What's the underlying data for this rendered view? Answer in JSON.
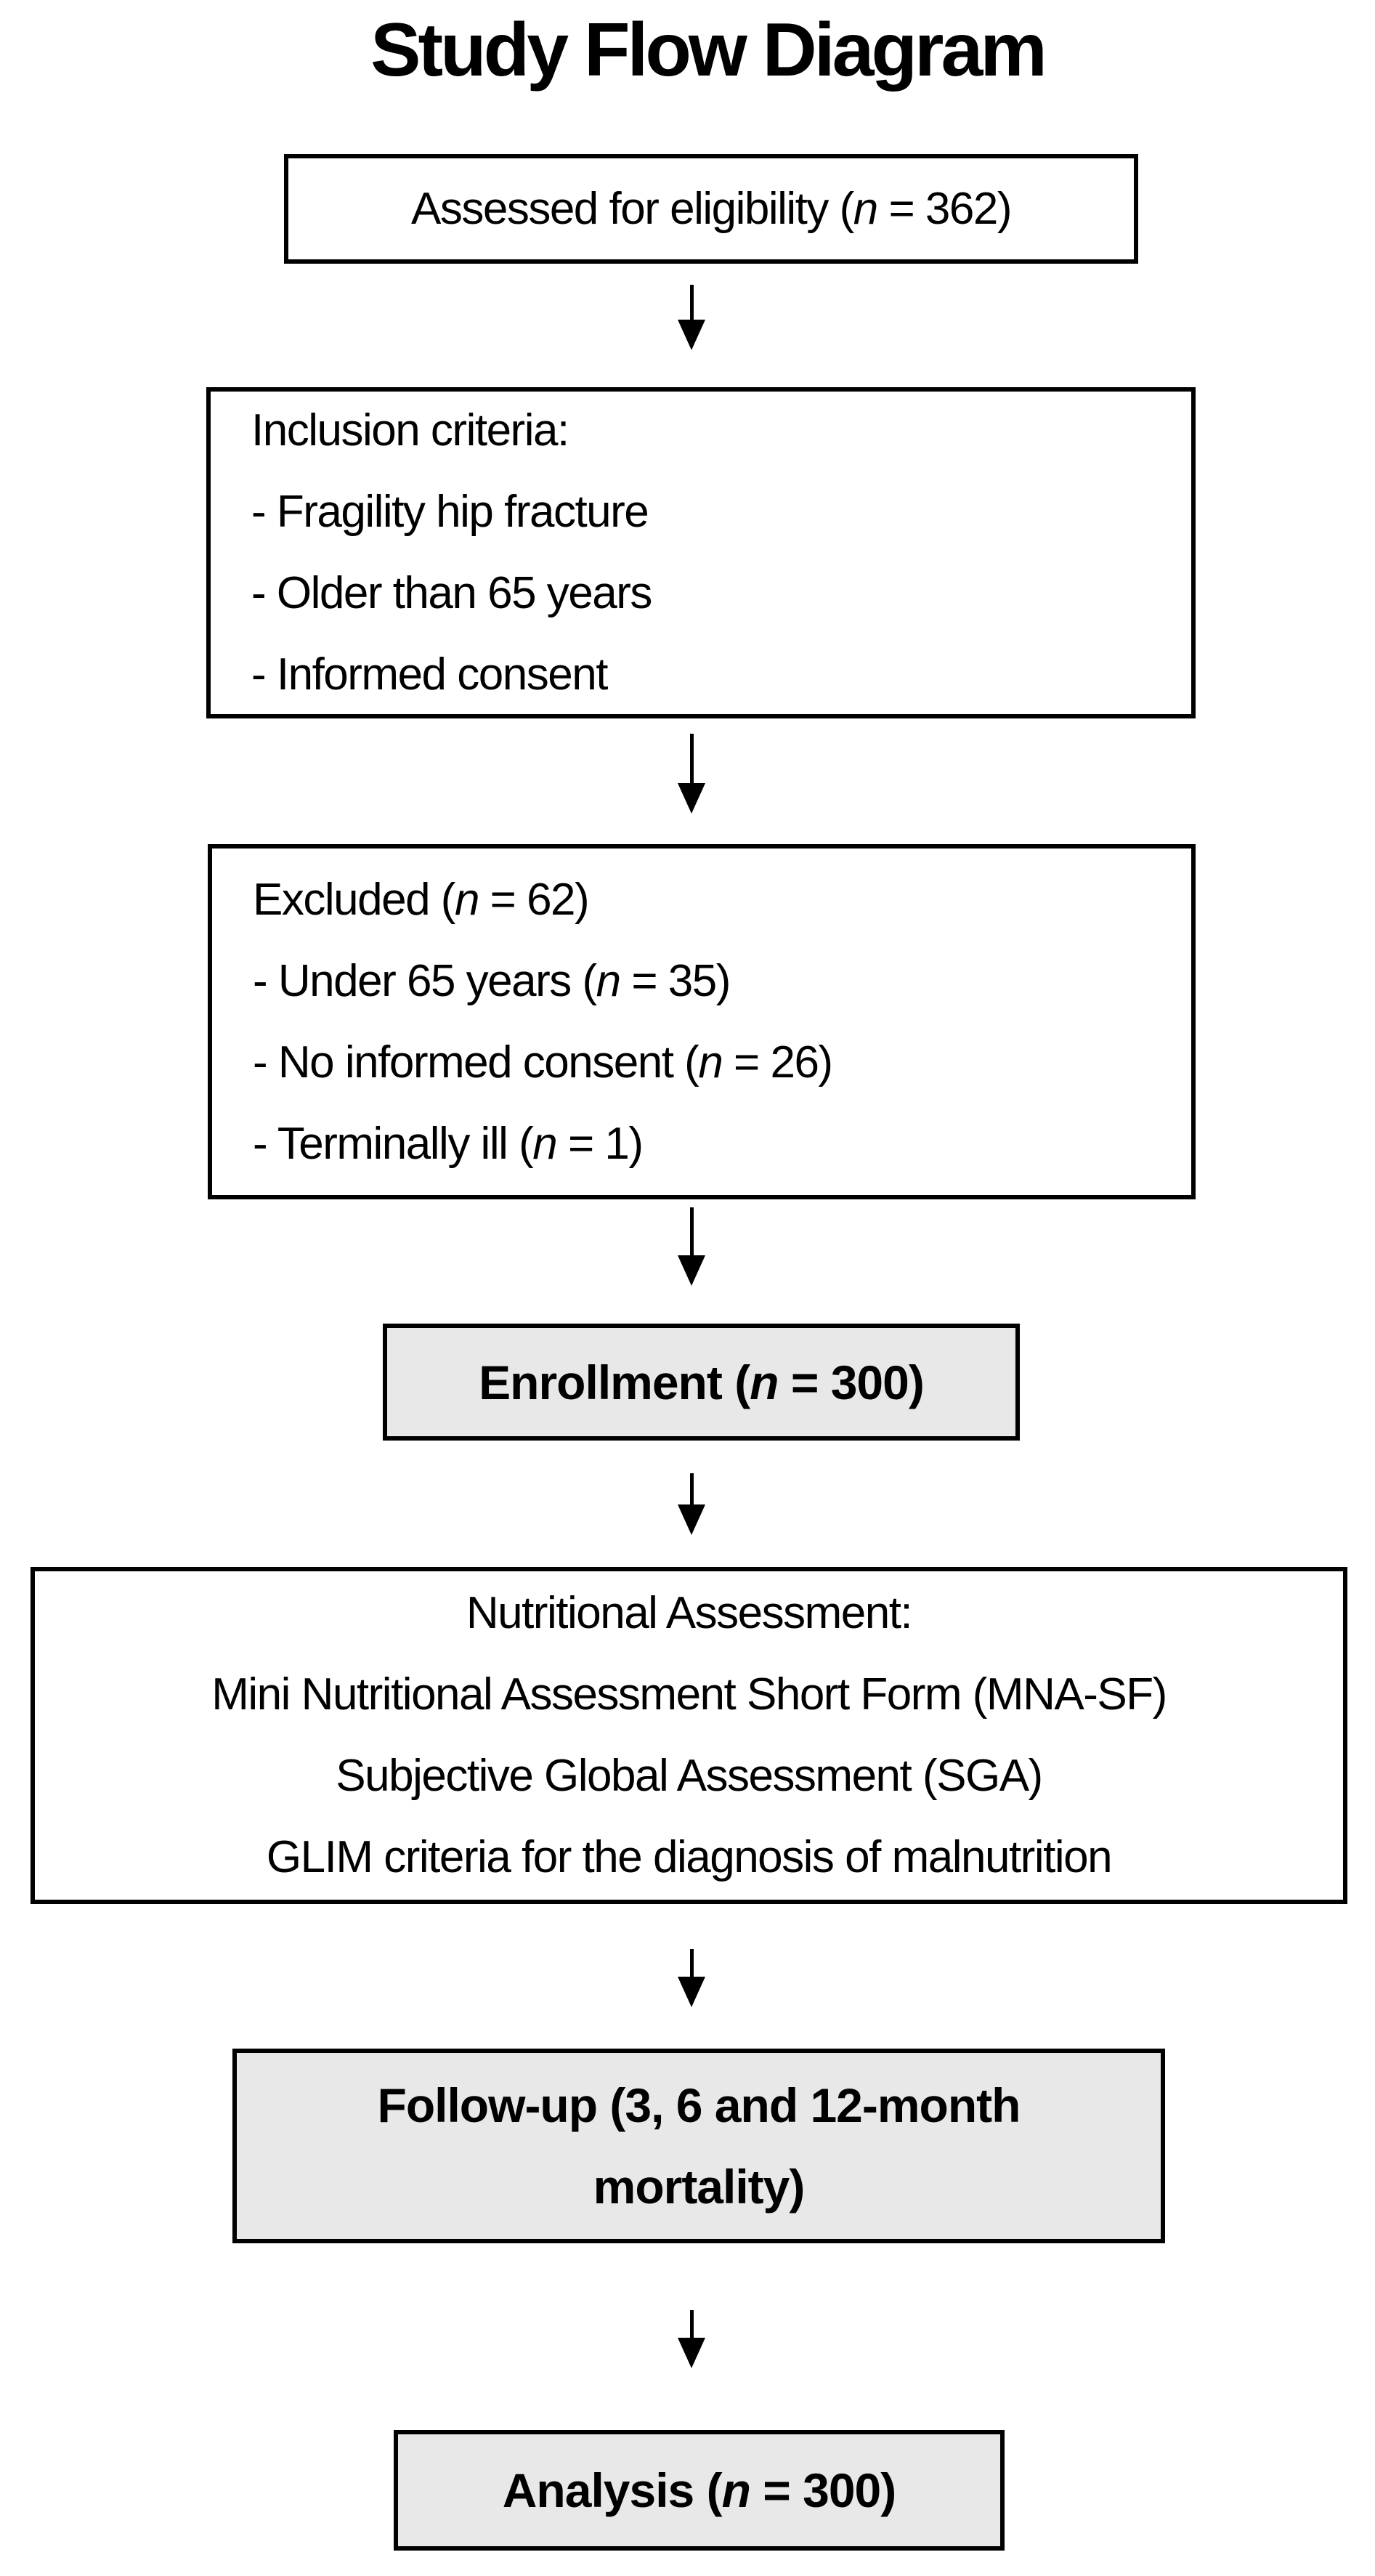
{
  "title": "Study Flow Diagram",
  "colors": {
    "background": "#ffffff",
    "box_border": "#000000",
    "box_fill_white": "#ffffff",
    "box_fill_gray": "#e9e8e8",
    "text": "#000000",
    "arrow": "#000000"
  },
  "nodes": {
    "assessed": {
      "line": [
        {
          "t": "Assessed for eligibility ("
        },
        {
          "t": "n",
          "i": true
        },
        {
          "t": " = 362)"
        }
      ]
    },
    "inclusion": {
      "lines": [
        [
          {
            "t": "Inclusion criteria:"
          }
        ],
        [
          {
            "t": "- Fragility hip fracture"
          }
        ],
        [
          {
            "t": "- Older than 65 years"
          }
        ],
        [
          {
            "t": "- Informed consent"
          }
        ]
      ]
    },
    "excluded": {
      "lines": [
        [
          {
            "t": "Excluded ("
          },
          {
            "t": "n",
            "i": true
          },
          {
            "t": " = 62)"
          }
        ],
        [
          {
            "t": "- Under 65 years ("
          },
          {
            "t": "n",
            "i": true
          },
          {
            "t": " = 35)"
          }
        ],
        [
          {
            "t": "- No informed consent ("
          },
          {
            "t": "n",
            "i": true
          },
          {
            "t": " = 26)"
          }
        ],
        [
          {
            "t": "- Terminally ill ("
          },
          {
            "t": "n",
            "i": true
          },
          {
            "t": " = 1)"
          }
        ]
      ]
    },
    "enrollment": {
      "line": [
        {
          "t": "Enrollment ("
        },
        {
          "t": "n",
          "i": true
        },
        {
          "t": " = 300)"
        }
      ]
    },
    "nutritional": {
      "lines": [
        [
          {
            "t": "Nutritional Assessment:"
          }
        ],
        [
          {
            "t": "Mini Nutritional Assessment Short Form (MNA-SF)"
          }
        ],
        [
          {
            "t": "Subjective Global Assessment (SGA)"
          }
        ],
        [
          {
            "t": "GLIM criteria for the diagnosis of malnutrition"
          }
        ]
      ]
    },
    "followup": {
      "lines": [
        [
          {
            "t": "Follow-up (3, 6 and 12-month"
          }
        ],
        [
          {
            "t": "mortality)"
          }
        ]
      ]
    },
    "analysis": {
      "line": [
        {
          "t": "Analysis ("
        },
        {
          "t": "n",
          "i": true
        },
        {
          "t": " = 300)"
        }
      ]
    }
  }
}
